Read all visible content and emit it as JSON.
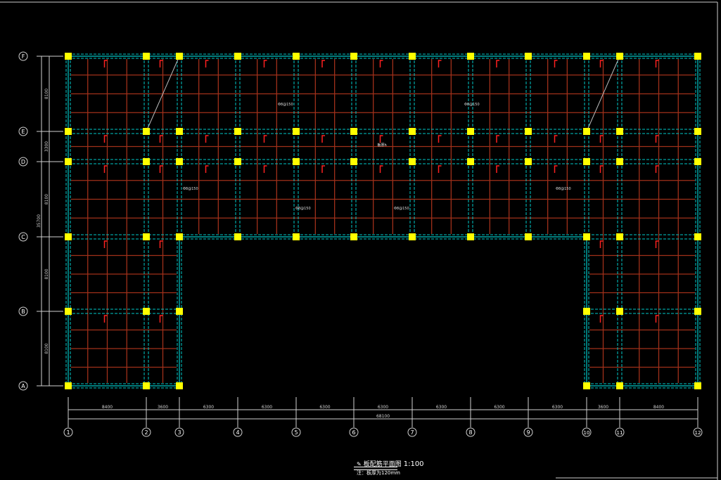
{
  "drawing": {
    "title": "板配筋平面图",
    "scale": "1:100",
    "note": "注：板厚为120mm",
    "logo_text": "",
    "axes_x": [
      "1",
      "2",
      "3",
      "4",
      "5",
      "6",
      "7",
      "8",
      "9",
      "10",
      "11",
      "12"
    ],
    "axes_y": [
      "F",
      "E",
      "D",
      "C",
      "B",
      "A"
    ],
    "dims_x": [
      "8400",
      "3600",
      "6300",
      "6300",
      "6300",
      "6300",
      "6300",
      "6300",
      "6300",
      "3600",
      "8400"
    ],
    "dim_x_total": "68100",
    "dims_y": [
      "8100",
      "3300",
      "8100",
      "8100",
      "8100"
    ],
    "dim_y_total": "35700",
    "corridor_label": "板厚h",
    "rebar_label": "Φ8@150",
    "colors": {
      "column": "#ffff00",
      "beam": "#00c8c8",
      "rebar": "#a0301a",
      "rebar_hook": "#ff2020",
      "dim": "#d0d0d0"
    }
  }
}
